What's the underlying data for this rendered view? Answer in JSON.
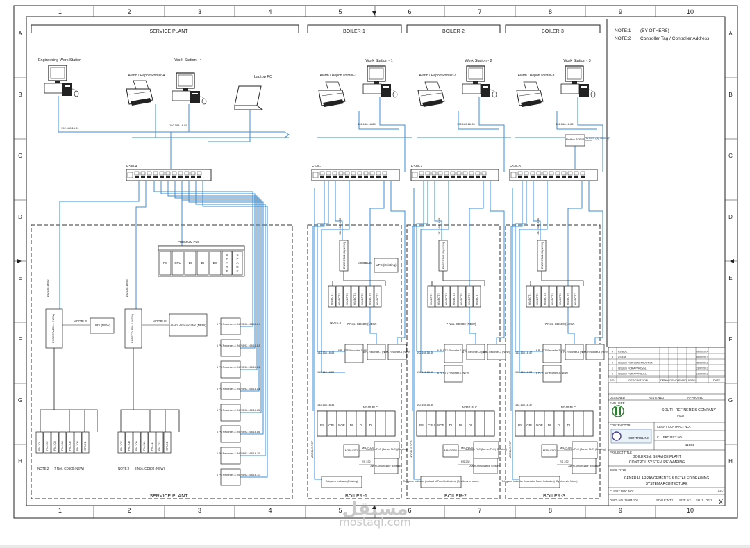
{
  "frame": {
    "cols": [
      "1",
      "2",
      "3",
      "4",
      "5",
      "6",
      "7",
      "8",
      "9",
      "10"
    ],
    "rows": [
      "A",
      "B",
      "C",
      "D",
      "E",
      "F",
      "G",
      "H"
    ]
  },
  "headers": {
    "service_plant": "SERVICE PLANT",
    "boiler1": "BOILER-1",
    "boiler2": "BOILER-2",
    "boiler3": "BOILER-3"
  },
  "notes": {
    "n1_key": "NOTE:1",
    "n1_val": "(BY OTHERS)",
    "n2_key": "NOTE:2",
    "n2_val": "Controller Tag / Controller Address"
  },
  "service_plant": {
    "ews": "Engineering Work Station",
    "ws4": "Work Station - 4",
    "printer4": "Alarm / Report Printer-4",
    "laptop": "Laptop PC",
    "ip_ews": "192.168.16.81",
    "ip_ws4": "192.168.16.85",
    "esw": "ESW-4",
    "premium_plc": "PREMIUM PLC",
    "plc_ps": "PS",
    "plc_cpu": "CPU",
    "plc_di1": "DI",
    "plc_di2": "DI",
    "plc_do": "DO",
    "spare": "S P A R E",
    "ip_rtu1": "192.168.16.52",
    "ip_rtu2": "192.168.16.53",
    "rtu1": "ENSECTA150-1 (NEW)",
    "rtu2": "ENSECTA150-2 (NEW)",
    "modbus1": "MODBUS",
    "modbus2": "MODBUS",
    "ups": "UPS (NEW)",
    "alarm_ann": "Alarm Annunciator (NEW)",
    "io1": [
      "FM-101",
      "FM-102",
      "FM-103",
      "FM-104",
      "FM-105",
      "FM-106",
      "SPARE"
    ],
    "io2": [
      "FM-107",
      "FM-108",
      "FM-109",
      "FM-110",
      "FM-111",
      "FM-112",
      "SPARE"
    ],
    "note2a": "NOTE:2",
    "note2b": "NOTE:2",
    "cd1": "7 Nos. CD600 (NEW)",
    "cd2": "8 Nos. CD600 (NEW)",
    "recorder": "6 PL Recorder-4 (NEW)",
    "rec_ips": [
      "192.168.16.81",
      "192.168.16.82",
      "192.168.16.83",
      "192.168.16.84",
      "192.168.16.85",
      "192.168.16.86",
      "192.168.16.10",
      "192.168.16.11"
    ],
    "footer": "SERVICE PLANT"
  },
  "boilers": [
    {
      "ws": "Work Station - 1",
      "printer": "Alarm / Report Printer-1",
      "ip": "192.168.16.83",
      "esw": "ESW-1",
      "rtu": "ENSECTA150 (NEW)",
      "ip_rtu": "192.168.16.50",
      "modbus": "MODBUS",
      "ups": "UPS (Existing)",
      "cd": "7 Nos. CD600 (NEW)",
      "note2": "NOTE:2",
      "ip_f": "192.168.16.45",
      "ip_h": "192.168.16.50",
      "rec_a": "6 PL RTD Recorder-1 (NEW)",
      "rec_b": "6 PL Recorder-1 (NEW)",
      "rec_c": "6 PL Recorder-1 (NEW)",
      "ip_plc": "192.168.16.35",
      "plc": "M340 PLC",
      "plc_slots": [
        "PS",
        "CPU",
        "NOE",
        "DI",
        "DI",
        "DI"
      ],
      "esd": "M340 ESD",
      "mb": "MB PLUS",
      "burner": "Maxitron PLC (Burner PLC) (Existing)",
      "rs": "RS 232",
      "ann": "Alarm Annunciator (Existing)",
      "modbus_v": "MODBUS-TCP",
      "tel": "Telegame Indicator (Existing)",
      "footer": "BOILER-1"
    },
    {
      "ws": "Work Station - 2",
      "printer": "Alarm / Report Printer-2",
      "ip": "192.168.16.83",
      "esw": "ESW-2",
      "rtu": "ENSECTA150 (NEW)",
      "ip_rtu": "192.168.16.49",
      "modbus": "",
      "ups": "",
      "cd": "7 Nos. CD600 (NEW)",
      "note2": "",
      "ip_f": "192.168.16.46",
      "ip_h": "192.168.16.52",
      "rec_a": "6 PL RTD Recorder-2 (NEW)",
      "rec_b": "6 PL Recorder-2 (NEW)",
      "rec_c": "6 PL Recorder-2 (NEW)",
      "ip_plc": "192.168.16.36",
      "plc": "M340 PLC",
      "plc_slots": [
        "PS",
        "CPU",
        "NOE",
        "DI",
        "DI",
        "DI"
      ],
      "esd": "M340 ESD",
      "mb": "MB PLUS",
      "burner": "Maxitron PLC (Burner PLC) (Existing)",
      "rs": "RS 232",
      "ann": "Alarm Annunciator (Existing)",
      "modbus_v": "MODBUS-TCP",
      "tel": "Telegame Indicator (Instead of Panel Indicators) (By others in future)",
      "footer": "BOILER-2"
    },
    {
      "ws": "Work Station - 3",
      "printer": "Alarm / Report Printer-3",
      "ip": "192.168.16.84",
      "esw": "ESW-3",
      "rtu": "ENSECTA150 (NEW)",
      "ip_rtu": "192.168.16.51",
      "modbus": "",
      "ups": "",
      "cd": "7 Nos. CD600 (NEW)",
      "note2": "",
      "ip_f": "192.168.16.47",
      "ip_h": "192.168.16.53",
      "rec_a": "6 PL RTD Recorder-3 (NEW)",
      "rec_b": "6 PL Recorder-3 (NEW)",
      "rec_c": "6 PL Recorder-3 (NEW)",
      "ip_plc": "192.168.16.37",
      "plc": "M340 PLC",
      "plc_slots": [
        "PS",
        "CPU",
        "NOE",
        "DI",
        "DI",
        "DI"
      ],
      "esd": "M340 ESD",
      "mb": "MB PLUS",
      "burner": "Maxitron PLC (Burner PLC) (Existing)",
      "rs": "RS 232",
      "ann": "Alarm Annunciator (Existing)",
      "modbus_v": "MODBUS-TCP",
      "tel": "Telegame Indicator (Instead of Panel Indicators) (By others in future)",
      "footer": "BOILER-3"
    }
  ],
  "cd_tags": [
    "OMECT1",
    "OMECT2",
    "OMECT3",
    "OMECT4",
    "OMECT5",
    "OMECT6",
    "OMECT7"
  ],
  "modbus_tcp": {
    "label": "Modbus TCP/IP",
    "dcs": "To DCS (By Others)"
  },
  "titleblock": {
    "revs": [
      [
        "4",
        "AS BUILT",
        "",
        "",
        "",
        "",
        "09/06/2014"
      ],
      [
        "3",
        "AS FAT",
        "",
        "",
        "",
        "",
        "06/06/2013"
      ],
      [
        "2",
        "ISSUED FOR CONSTRUCTION",
        "",
        "",
        "",
        "",
        "15/03/2013"
      ],
      [
        "1",
        "ISSUED FOR APPROVAL",
        "",
        "",
        "",
        "",
        "23/02/2013"
      ],
      [
        "0",
        "ISSUED FOR APPROVAL",
        "",
        "",
        "",
        "",
        "21/02/2013"
      ]
    ],
    "rev_headers": [
      "REV",
      "DESCRIPTION",
      "DRWN",
      "DSND",
      "RVWD",
      "APPD",
      "DATE"
    ],
    "designed": "DESIGNED",
    "reviewed": "REVIEWED",
    "approved": "APPROVED",
    "end_user": "END USER",
    "company": "SOUTH REFINERIES COMPANY",
    "iraq": "IRAQ",
    "contractor": "CONTRACTOR",
    "contractor_logo": "CONTROLINK",
    "client_contract": "CLIENT CONTRACT NO.:",
    "cl_project": "C.L. PROJECT NO.:",
    "project_no": "11064",
    "project_title": "PROJECT TITLE",
    "title1": "BOILERS & SERVICE PLANT",
    "title2": "CONTROL SYSTEM REVAMPING",
    "dwg_title": "DWG. TITLE",
    "dwg1": "GENERAL ARRANGEMENTS & DETAILED DRAWING",
    "dwg2": "SYSTEM ARCHITECTURE",
    "client_dwg": "CLIENT DOC.NO.:",
    "dwg_no": "DWG. NO.:11064-104",
    "scale": "SCALE: NTS",
    "size": "SIZE: A3",
    "sh": "SH.:1",
    "of": "OF 1",
    "rev": "REV",
    "rev_mark": "X"
  },
  "watermark": {
    "big": "مستقل",
    "small": "mostaql.com"
  },
  "colors": {
    "cable": "#3b8fd4",
    "line": "#222222"
  }
}
